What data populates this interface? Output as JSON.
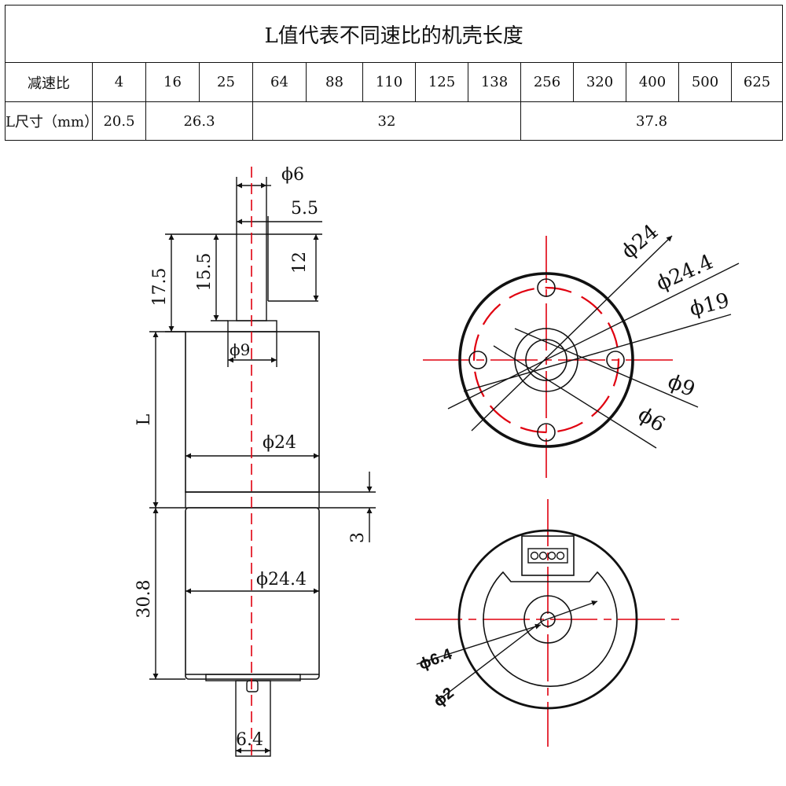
{
  "table": {
    "title": "L值代表不同速比的机壳长度",
    "ratio_label": "减速比",
    "size_label": "L尺寸（mm）",
    "ratios": [
      "4",
      "16",
      "25",
      "64",
      "88",
      "110",
      "125",
      "138",
      "256",
      "320",
      "400",
      "500",
      "625"
    ],
    "lengths": [
      {
        "value": "20.5",
        "span": 1
      },
      {
        "value": "26.3",
        "span": 2
      },
      {
        "value": "32",
        "span": 5
      },
      {
        "value": "37.8",
        "span": 5
      }
    ]
  },
  "side_view": {
    "shaft_diameter": "ϕ6",
    "shaft_flat": "5.5",
    "shaft_total": "17.5",
    "shaft_exposed": "15.5",
    "flat_length": "12",
    "boss_diameter": "ϕ9",
    "gearbox_length": "L",
    "gearbox_diameter": "ϕ24",
    "gap": "3",
    "motor_diameter": "ϕ24.4",
    "motor_length": "30.8",
    "rear_width": "6.4"
  },
  "front_view": {
    "labels": [
      "ϕ24",
      "ϕ24.4",
      "ϕ19",
      "ϕ9",
      "ϕ6"
    ]
  },
  "rear_view": {
    "labels": [
      "ϕ6.4",
      "ϕ2"
    ]
  },
  "colors": {
    "line": "#111111",
    "center": "#e0000f"
  }
}
